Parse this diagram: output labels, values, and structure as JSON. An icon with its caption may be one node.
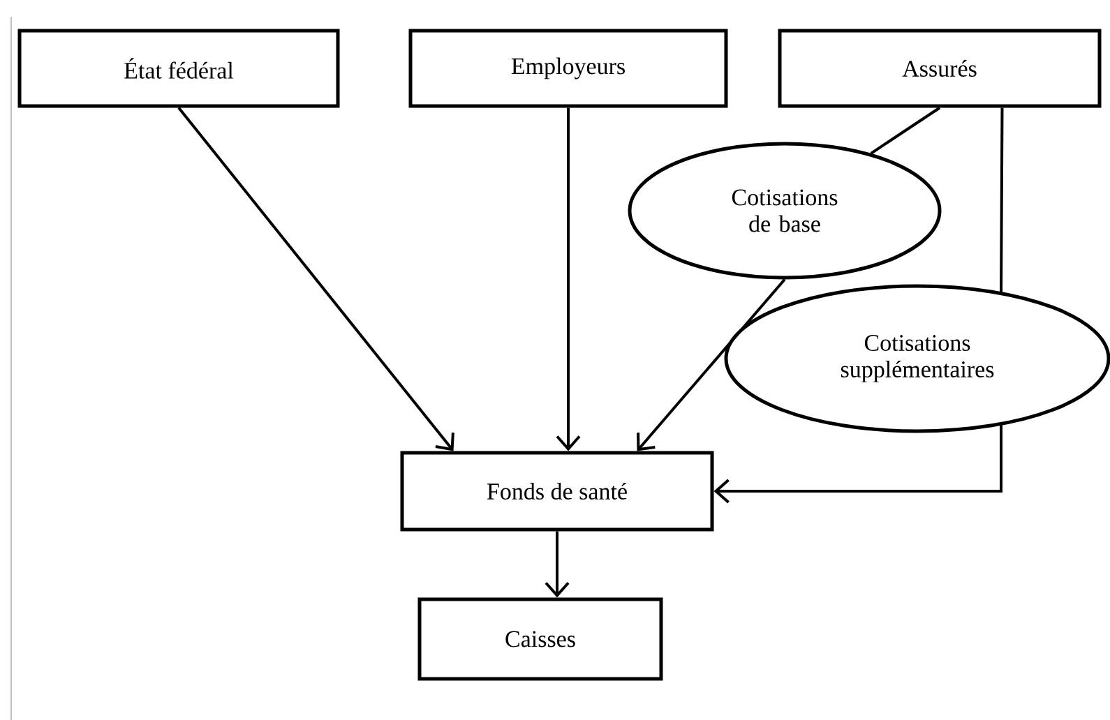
{
  "diagram": {
    "nodes": [
      {
        "text": [
          "État fédéral"
        ]
      },
      {
        "text": [
          "Employeurs"
        ]
      },
      {
        "text": [
          "Assurés"
        ]
      },
      {
        "text": [
          "Cotisations de base"
        ]
      },
      {
        "text": [
          "Cotisations supplémentaires"
        ]
      },
      {
        "text": [
          "Fonds de santé"
        ]
      },
      {
        "text": [
          "Caisses"
        ]
      }
    ],
    "edges": [
      {
        "from": 0,
        "to": 5,
        "arrow": "to"
      },
      {
        "from": 1,
        "to": 5,
        "arrow": "to"
      },
      {
        "from": 2,
        "to": 3,
        "arrow": "none"
      },
      {
        "from": 3,
        "to": 5,
        "arrow": "to"
      },
      {
        "from": 2,
        "to": 4,
        "arrow": "none"
      },
      {
        "from": 4,
        "to": 5,
        "arrow": "to"
      },
      {
        "from": 5,
        "to": 6,
        "arrow": "to"
      }
    ]
  }
}
